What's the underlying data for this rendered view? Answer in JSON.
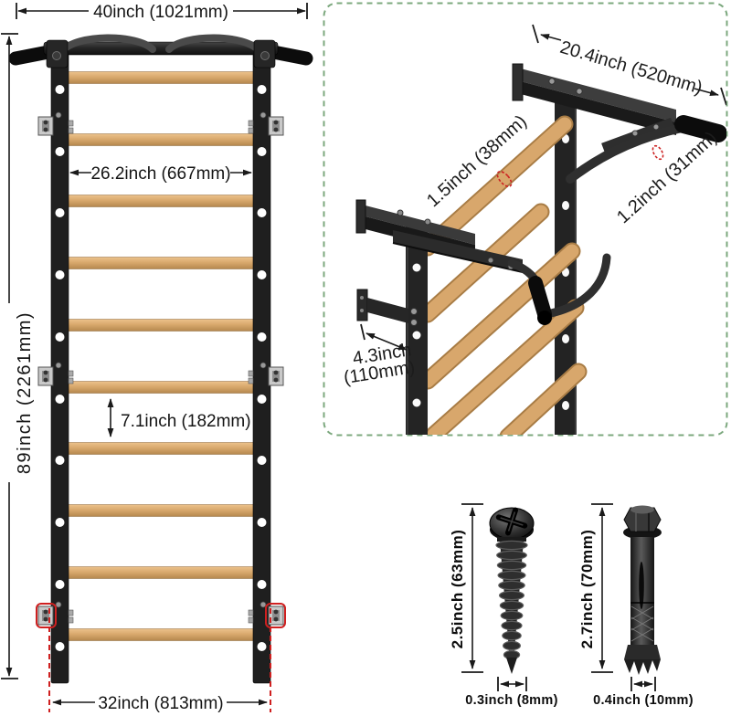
{
  "front_view": {
    "dim_top_width": "40inch (1021mm)",
    "dim_inner_width": "26.2inch (667mm)",
    "dim_total_height": "89inch (2261mm)",
    "dim_rung_spacing": "7.1inch (182mm)",
    "dim_bottom_width": "32inch (813mm)"
  },
  "detail_view": {
    "dim_bracket_depth": "20.4inch (520mm)",
    "dim_rung_diameter": "1.5inch (38mm)",
    "dim_bar_diameter": "1.2inch (31mm)",
    "dim_wall_offset_line1": "4.3inch",
    "dim_wall_offset_line2": "(110mm)"
  },
  "hardware": {
    "screw_length": "2.5inch (63mm)",
    "screw_diameter": "0.3inch (8mm)",
    "anchor_length": "2.7inch (70mm)",
    "anchor_diameter": "0.4inch (10mm)"
  },
  "colors": {
    "wood": "#d7a266",
    "frame_black": "#1f1f1f",
    "highlight_red": "#cf2020",
    "detail_border_green": "#7ca87e",
    "dimension_ink": "#1a1a1a"
  }
}
